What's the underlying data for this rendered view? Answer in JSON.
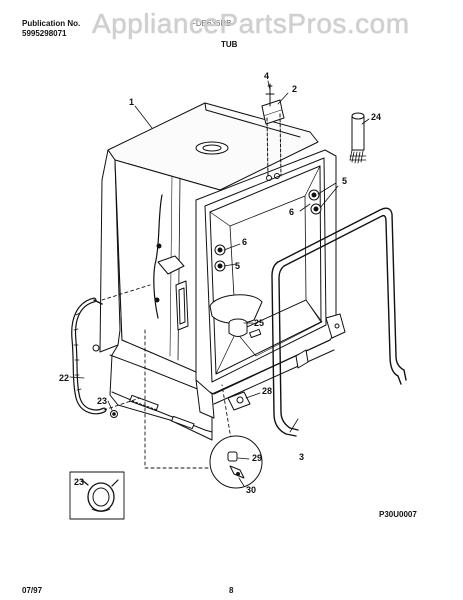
{
  "header": {
    "publication_label": "Publication No.",
    "publication_number": "5995298071",
    "model_ref": "FDB636RB",
    "section_title": "TUB"
  },
  "watermark": "AppliancePartsPros.com",
  "callouts": {
    "c1": "1",
    "c2": "2",
    "c3": "3",
    "c4": "4",
    "c5a": "5",
    "c5b": "5",
    "c6a": "6",
    "c6b": "6",
    "c22": "22",
    "c23a": "23",
    "c23b": "23",
    "c24": "24",
    "c25": "25",
    "c28": "28",
    "c29": "29",
    "c30": "30"
  },
  "footer": {
    "drawing_id": "P30U0007",
    "date_code": "07/97",
    "page_number": "8"
  }
}
